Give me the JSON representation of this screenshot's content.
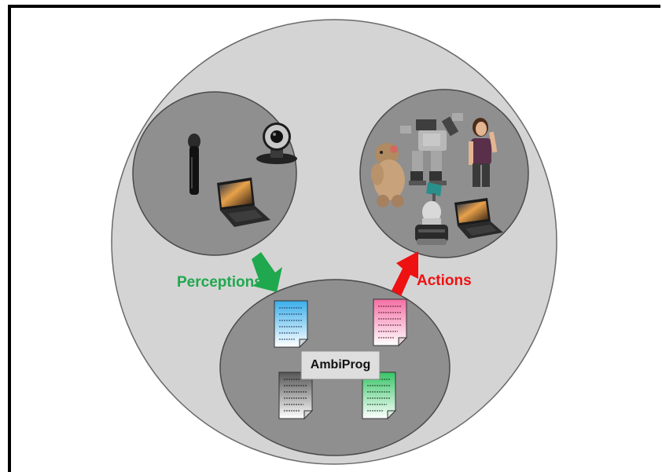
{
  "labels": {
    "perceptions": "Perceptions",
    "actions": "Actions",
    "ambiprog": "AmbiProg"
  },
  "colors": {
    "outer_circle": "#d4d4d4",
    "inner_circles": "#8f8f8f",
    "perceptions": "#1fa84e",
    "actions": "#ee1111",
    "doc_blue": "#4ab7f0",
    "doc_pink": "#f47cac",
    "doc_gray": "#6e6e6e",
    "doc_green": "#48cc74"
  },
  "icons": {
    "sensors": [
      "microphone-icon",
      "webcam-icon",
      "laptop-icon"
    ],
    "actuators": [
      "plush-toy-robot-icon",
      "humanoid-robot-icon",
      "virtual-avatar-icon",
      "mobile-robot-icon",
      "laptop-icon"
    ],
    "documents": [
      "document-blue-icon",
      "document-pink-icon",
      "document-gray-icon",
      "document-green-icon"
    ]
  }
}
